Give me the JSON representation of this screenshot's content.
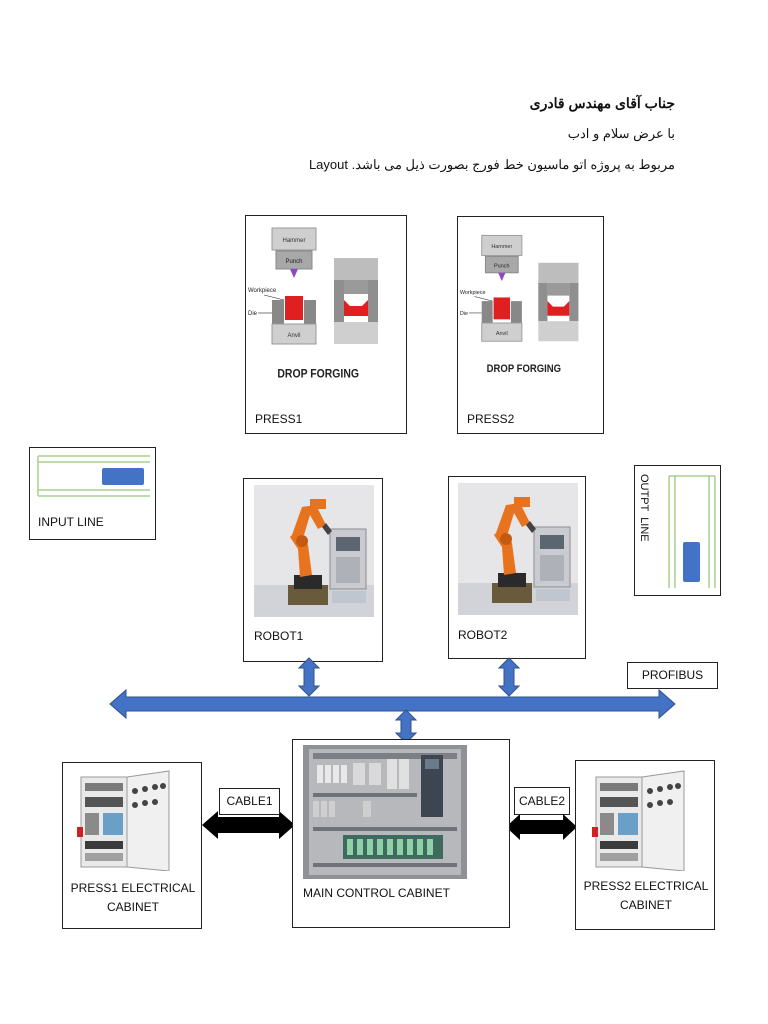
{
  "header": {
    "title": "جناب آقای مهندس قادری",
    "greeting": "با عرض سلام و ادب",
    "layout_word": "Layout",
    "line3": "مربوط به پروژه اتو ماسیون خط فورج بصورت ذیل می باشد."
  },
  "press1": {
    "label": "PRESS1",
    "caption": "DROP FORGING",
    "hammer": "Hammer",
    "punch": "Punch",
    "workpiece": "Workpiece",
    "die": "Die",
    "anvil": "Anvil"
  },
  "press2": {
    "label": "PRESS2",
    "caption": "DROP FORGING",
    "hammer": "Hammer",
    "punch": "Punch",
    "workpiece": "Workpiece",
    "die": "Die",
    "anvil": "Anvil"
  },
  "input_line": {
    "label": "INPUT LINE"
  },
  "output_line": {
    "label": "OUTPT  LINE"
  },
  "robot1": {
    "label": "ROBOT1"
  },
  "robot2": {
    "label": "ROBOT2"
  },
  "profibus": {
    "label": "PROFIBUS"
  },
  "cable1": {
    "label": "CABLE1"
  },
  "cable2": {
    "label": "CABLE2"
  },
  "main_cabinet": {
    "label": "MAIN CONTROL CABINET"
  },
  "press1_cabinet": {
    "label_line1": "PRESS1 ELECTRICAL",
    "label_line2": "CABINET"
  },
  "press2_cabinet": {
    "label_line1": "PRESS2 ELECTRICAL",
    "label_line2": "CABINET"
  },
  "colors": {
    "bus_blue": "#4472c4",
    "bus_border": "#2f528f",
    "line_green": "#a9d18e",
    "die_red": "#e02020",
    "robot_orange": "#e8731e"
  }
}
